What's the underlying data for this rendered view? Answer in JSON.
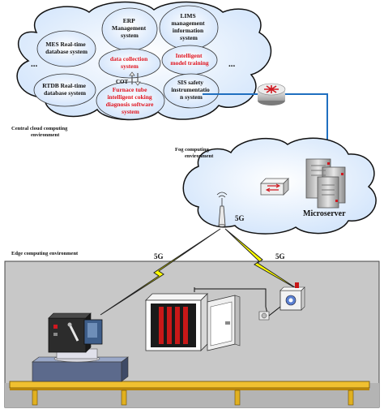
{
  "cloud": {
    "systems": {
      "mes": [
        "MES Real-time",
        "database system"
      ],
      "erp": [
        "ERP",
        "Management",
        "system"
      ],
      "lims": [
        "LIMS",
        "management",
        "information",
        "system"
      ],
      "data_collection": [
        "data collection",
        "system"
      ],
      "intelligent_training": [
        "Intelligent",
        "model training"
      ],
      "rtdb": [
        "RTDB Real-time",
        "database system"
      ],
      "furnace": [
        "Furnace tube",
        "intelligent coking",
        "diagnosis software",
        "system"
      ],
      "sis": [
        "SIS safety",
        "instrumentatio",
        "n system"
      ]
    },
    "cot_label": "COT",
    "ellipsis_left": "...",
    "ellipsis_right": "...",
    "caption": [
      "Central cloud computing",
      "environment"
    ]
  },
  "fog": {
    "caption": [
      "Fog computing",
      "environment"
    ],
    "microserver_label": "Microserver"
  },
  "wireless": {
    "5g_tower": "5G",
    "5g_left": "5G",
    "5g_right": "5G"
  },
  "edge": {
    "caption": "Edge computing environment"
  },
  "colors": {
    "highlight_text": "#e0141e",
    "cloud_fill": "#d3e5fb",
    "network_line": "#1f6fc0",
    "lightning": "#ffff00",
    "edge_panel": "#c8c8c8"
  }
}
